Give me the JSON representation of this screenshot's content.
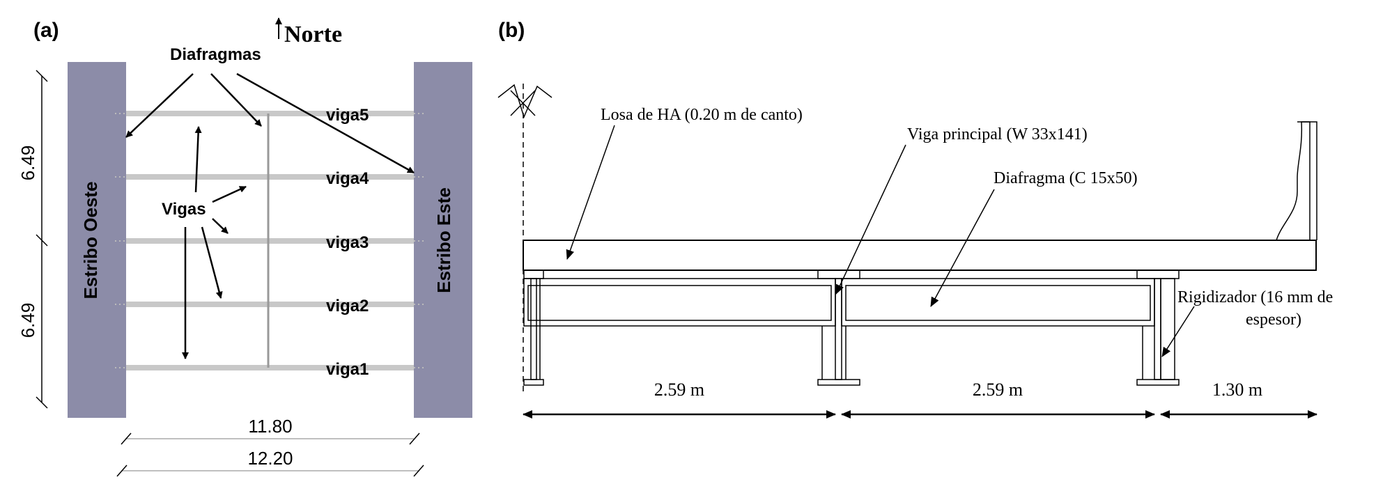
{
  "panel_a": {
    "label": "(a)",
    "north_label": "Norte",
    "diaphragms_label": "Diafragmas",
    "beams_label": "Vigas",
    "abutment_west": "Estribo Oeste",
    "abutment_east": "Estribo Este",
    "beams": [
      "viga5",
      "viga4",
      "viga3",
      "viga2",
      "viga1"
    ],
    "dim_upper": "6.49",
    "dim_lower": "6.49",
    "dim_clear": "11.80",
    "dim_total": "12.20",
    "colors": {
      "abutment": "#8c8ca8",
      "beam": "#c8c8c8",
      "diaphragm": "#999999"
    }
  },
  "panel_b": {
    "label": "(b)",
    "slab_label": "Losa de HA (0.20  m  de canto)",
    "main_beam_label": "Viga principal (W 33x141)",
    "diaphragm_label": "Diafragma  (C 15x50)",
    "stiffener_line1": "Rigidizador (16  mm  de",
    "stiffener_line2": "espesor)",
    "spans": [
      "2.59  m",
      "2.59  m",
      "1.30  m"
    ]
  }
}
